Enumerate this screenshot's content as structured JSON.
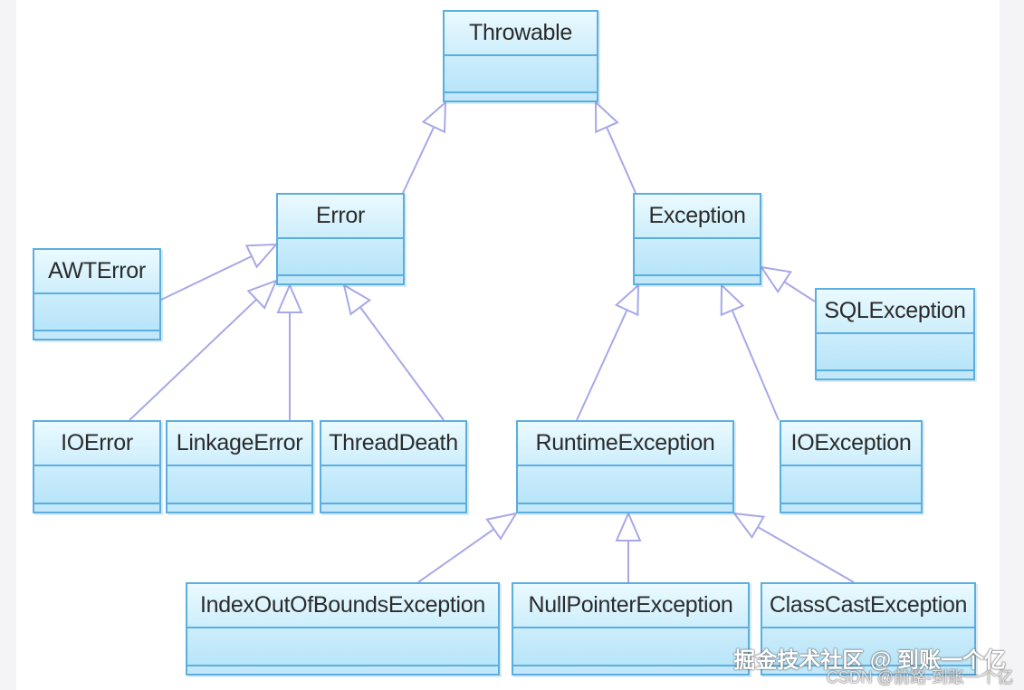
{
  "classes": {
    "throwable": "Throwable",
    "error": "Error",
    "exception": "Exception",
    "awt_error": "AWTError",
    "sql_exception": "SQLException",
    "io_error": "IOError",
    "linkage_error": "LinkageError",
    "thread_death": "ThreadDeath",
    "runtime_exception": "RuntimeException",
    "io_exception": "IOException",
    "index_out_of_bounds_exception": "IndexOutOfBoundsException",
    "null_pointer_exception": "NullPointerException",
    "class_cast_exception": "ClassCastException"
  },
  "inheritance": [
    {
      "child": "Error",
      "parent": "Throwable"
    },
    {
      "child": "Exception",
      "parent": "Throwable"
    },
    {
      "child": "AWTError",
      "parent": "Error"
    },
    {
      "child": "IOError",
      "parent": "Error"
    },
    {
      "child": "LinkageError",
      "parent": "Error"
    },
    {
      "child": "ThreadDeath",
      "parent": "Error"
    },
    {
      "child": "RuntimeException",
      "parent": "Exception"
    },
    {
      "child": "IOException",
      "parent": "Exception"
    },
    {
      "child": "SQLException",
      "parent": "Exception"
    },
    {
      "child": "IndexOutOfBoundsException",
      "parent": "RuntimeException"
    },
    {
      "child": "NullPointerException",
      "parent": "RuntimeException"
    },
    {
      "child": "ClassCastException",
      "parent": "RuntimeException"
    }
  ],
  "colors": {
    "box_border": "#5aaee0",
    "edge": "#a8a8e8"
  },
  "watermark": {
    "primary": "掘金技术社区 @ 到账一个亿",
    "secondary": "CSDN @前路-到账一个亿"
  }
}
